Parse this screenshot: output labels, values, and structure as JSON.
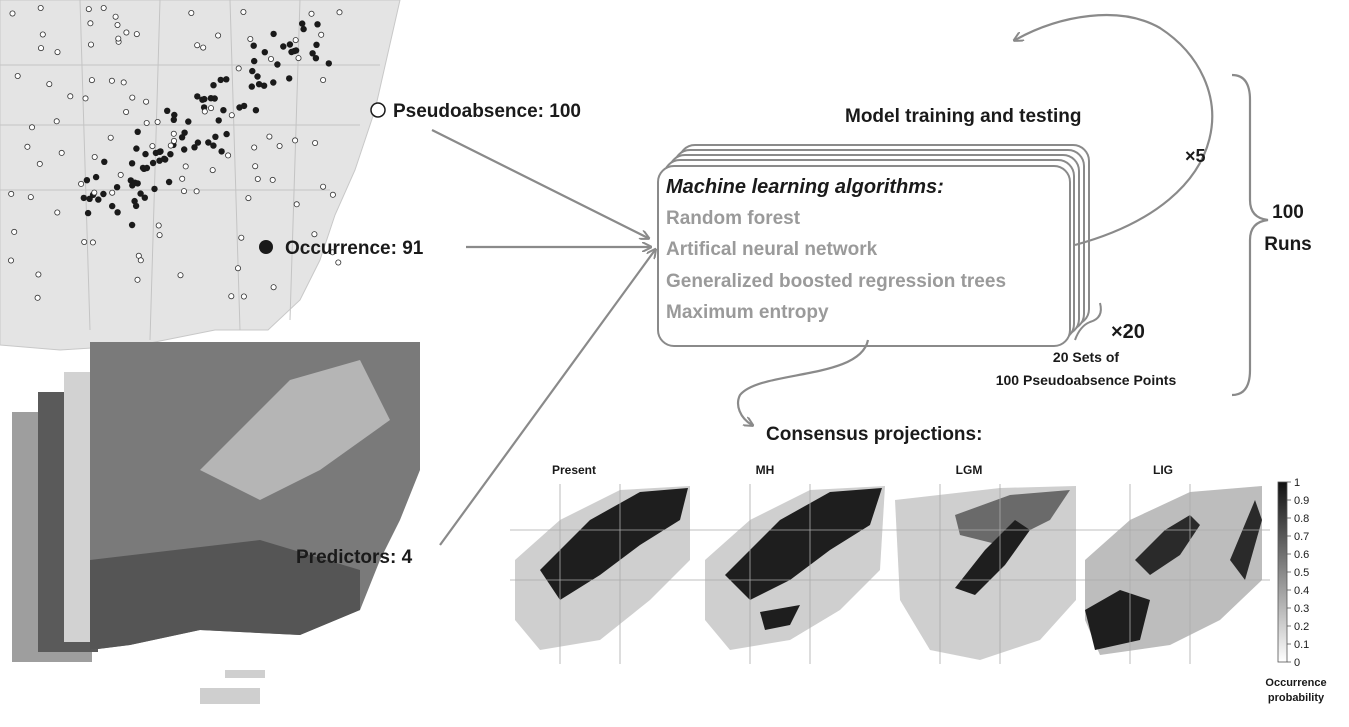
{
  "inputs": {
    "pseudoabsence_label": "Pseudoabsence: 100",
    "occurrence_label": "Occurrence: 91",
    "predictors_label": "Predictors: 4"
  },
  "model": {
    "training_label": "Model training and testing",
    "times5": "×5",
    "runs_number": "100",
    "runs_word": "Runs",
    "algorithms_title": "Machine learning algorithms:",
    "algorithms": [
      "Random forest",
      "Artifical neural network",
      "Generalized boosted regression trees",
      "Maximum entropy"
    ],
    "times20": "×20",
    "sets_line1": "20 Sets of",
    "sets_line2": "100 Pseudoabsence Points"
  },
  "projections": {
    "title": "Consensus projections:",
    "maps": [
      "Present",
      "MH",
      "LGM",
      "LIG"
    ],
    "colorbar_ticks": [
      "1",
      "0.9",
      "0.8",
      "0.7",
      "0.6",
      "0.5",
      "0.4",
      "0.3",
      "0.2",
      "0.1",
      "0"
    ],
    "colorbar_label_line1": "Occurrence",
    "colorbar_label_line2": "probability"
  },
  "colors": {
    "arrow": "#8a8a8a",
    "algorithm_text": "#9a9a9a",
    "text": "#1a1a1a",
    "map_land": "#e4e4e4",
    "occurrence_dot": "#1a1a1a"
  }
}
